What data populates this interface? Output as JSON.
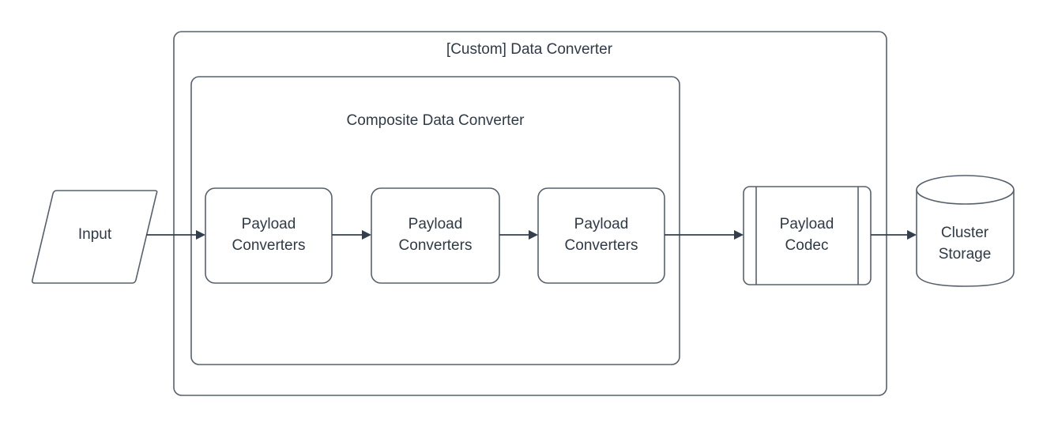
{
  "diagram": {
    "type": "flow-diagram",
    "background_color": "#ffffff",
    "stroke_color": "#56606c",
    "text_color": "#2f3a47",
    "arrow_color": "#333f4d",
    "containers": [
      {
        "id": "custom-data-converter",
        "label": "[Custom] Data Converter",
        "shape": "rounded-rectangle"
      },
      {
        "id": "composite-data-converter",
        "label": "Composite Data Converter",
        "shape": "rounded-rectangle"
      }
    ],
    "nodes": [
      {
        "id": "input",
        "label": "Input",
        "shape": "parallelogram"
      },
      {
        "id": "payload-converters-1",
        "label_line1": "Payload",
        "label_line2": "Converters",
        "shape": "rounded-rectangle"
      },
      {
        "id": "payload-converters-2",
        "label_line1": "Payload",
        "label_line2": "Converters",
        "shape": "rounded-rectangle"
      },
      {
        "id": "payload-converters-3",
        "label_line1": "Payload",
        "label_line2": "Converters",
        "shape": "rounded-rectangle"
      },
      {
        "id": "payload-codec",
        "label_line1": "Payload",
        "label_line2": "Codec",
        "shape": "process"
      },
      {
        "id": "cluster-storage",
        "label_line1": "Cluster",
        "label_line2": "Storage",
        "shape": "cylinder"
      }
    ],
    "edges": [
      {
        "from": "input",
        "to": "payload-converters-1",
        "style": "solid-arrow"
      },
      {
        "from": "payload-converters-1",
        "to": "payload-converters-2",
        "style": "solid-arrow"
      },
      {
        "from": "payload-converters-2",
        "to": "payload-converters-3",
        "style": "solid-arrow"
      },
      {
        "from": "payload-converters-3",
        "to": "payload-codec",
        "style": "solid-arrow"
      },
      {
        "from": "payload-codec",
        "to": "cluster-storage",
        "style": "solid-arrow"
      }
    ]
  }
}
